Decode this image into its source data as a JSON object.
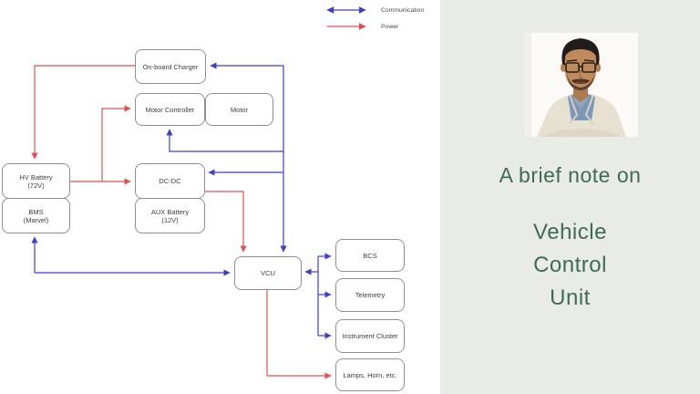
{
  "legend": {
    "communication_label": "Communication",
    "power_label": "Power",
    "communication_color": "#3f3fc4",
    "power_color": "#e05252"
  },
  "diagram": {
    "nodes": [
      {
        "id": "on_board_charger",
        "label": "On-board Charger"
      },
      {
        "id": "motor_controller",
        "label": "Motor Controller"
      },
      {
        "id": "motor",
        "label": "Motor"
      },
      {
        "id": "hv_battery",
        "label": "HV Battery",
        "sublabel": "(72V)"
      },
      {
        "id": "bms",
        "label": "BMS",
        "sublabel": "(Marvel)"
      },
      {
        "id": "dc_dc",
        "label": "DC-DC"
      },
      {
        "id": "aux_battery",
        "label": "AUX Battery",
        "sublabel": "(12V)"
      },
      {
        "id": "vcu",
        "label": "VCU"
      },
      {
        "id": "bcs",
        "label": "BCS"
      },
      {
        "id": "telemetry",
        "label": "Telemetry"
      },
      {
        "id": "instrument_cluster",
        "label": "Instrument Cluster"
      },
      {
        "id": "lamps_horn",
        "label": "Lamps, Horn, etc."
      }
    ],
    "edges": [
      {
        "from": "on_board_charger",
        "to": "hv_battery",
        "type": "power"
      },
      {
        "from": "hv_battery",
        "to": "motor_controller",
        "type": "power"
      },
      {
        "from": "hv_battery",
        "to": "dc_dc",
        "type": "power"
      },
      {
        "from": "dc_dc",
        "to": "vcu",
        "type": "power"
      },
      {
        "from": "vcu",
        "to": "lamps_horn",
        "type": "power"
      },
      {
        "from": "vcu",
        "to": "on_board_charger",
        "type": "communication"
      },
      {
        "from": "vcu",
        "to": "motor_controller",
        "type": "communication"
      },
      {
        "from": "vcu",
        "to": "dc_dc",
        "type": "communication"
      },
      {
        "from": "bms",
        "to": "vcu",
        "type": "communication",
        "bidirectional": true
      },
      {
        "from": "vcu",
        "to": "bcs",
        "type": "communication",
        "bidirectional": true
      },
      {
        "from": "vcu",
        "to": "telemetry",
        "type": "communication",
        "bidirectional": true
      },
      {
        "from": "vcu",
        "to": "instrument_cluster",
        "type": "communication",
        "bidirectional": true
      }
    ]
  },
  "panel": {
    "title": "A brief note on",
    "subject_lines": [
      "Vehicle",
      "Control",
      "Unit"
    ],
    "text_color": "#3e6b53",
    "background_color": "#e9ebe6",
    "photo": "presenter-portrait"
  }
}
